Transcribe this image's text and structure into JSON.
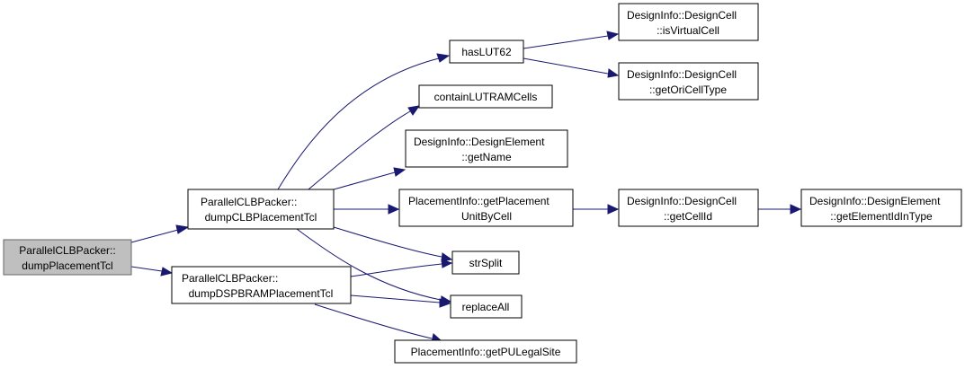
{
  "nodes": {
    "dumpPlacementTcl": {
      "line1": "ParallelCLBPacker::",
      "line2": "dumpPlacementTcl"
    },
    "dumpCLBPlacementTcl": {
      "line1": "ParallelCLBPacker::",
      "line2": "dumpCLBPlacementTcl"
    },
    "dumpDSPBRAMPlacementTcl": {
      "line1": "ParallelCLBPacker::",
      "line2": "dumpDSPBRAMPlacementTcl"
    },
    "hasLUT62": {
      "line1": "hasLUT62"
    },
    "containLUTRAMCells": {
      "line1": "containLUTRAMCells"
    },
    "getName": {
      "line1": "DesignInfo::DesignElement",
      "line2": "::getName"
    },
    "getPlacementUnitByCell": {
      "line1": "PlacementInfo::getPlacement",
      "line2": "UnitByCell"
    },
    "strSplit": {
      "line1": "strSplit"
    },
    "replaceAll": {
      "line1": "replaceAll"
    },
    "getPULegalSite": {
      "line1": "PlacementInfo::getPULegalSite"
    },
    "isVirtualCell": {
      "line1": "DesignInfo::DesignCell",
      "line2": "::isVirtualCell"
    },
    "getOriCellType": {
      "line1": "DesignInfo::DesignCell",
      "line2": "::getOriCellType"
    },
    "getCellId": {
      "line1": "DesignInfo::DesignCell",
      "line2": "::getCellId"
    },
    "getElementIdInType": {
      "line1": "DesignInfo::DesignElement",
      "line2": "::getElementIdInType"
    }
  },
  "edges": [
    [
      "dumpPlacementTcl",
      "dumpCLBPlacementTcl"
    ],
    [
      "dumpPlacementTcl",
      "dumpDSPBRAMPlacementTcl"
    ],
    [
      "dumpCLBPlacementTcl",
      "hasLUT62"
    ],
    [
      "dumpCLBPlacementTcl",
      "containLUTRAMCells"
    ],
    [
      "dumpCLBPlacementTcl",
      "getName"
    ],
    [
      "dumpCLBPlacementTcl",
      "getPlacementUnitByCell"
    ],
    [
      "dumpCLBPlacementTcl",
      "strSplit"
    ],
    [
      "dumpCLBPlacementTcl",
      "replaceAll"
    ],
    [
      "dumpDSPBRAMPlacementTcl",
      "strSplit"
    ],
    [
      "dumpDSPBRAMPlacementTcl",
      "replaceAll"
    ],
    [
      "dumpDSPBRAMPlacementTcl",
      "getPULegalSite"
    ],
    [
      "hasLUT62",
      "isVirtualCell"
    ],
    [
      "hasLUT62",
      "getOriCellType"
    ],
    [
      "getPlacementUnitByCell",
      "getCellId"
    ],
    [
      "getCellId",
      "getElementIdInType"
    ]
  ]
}
